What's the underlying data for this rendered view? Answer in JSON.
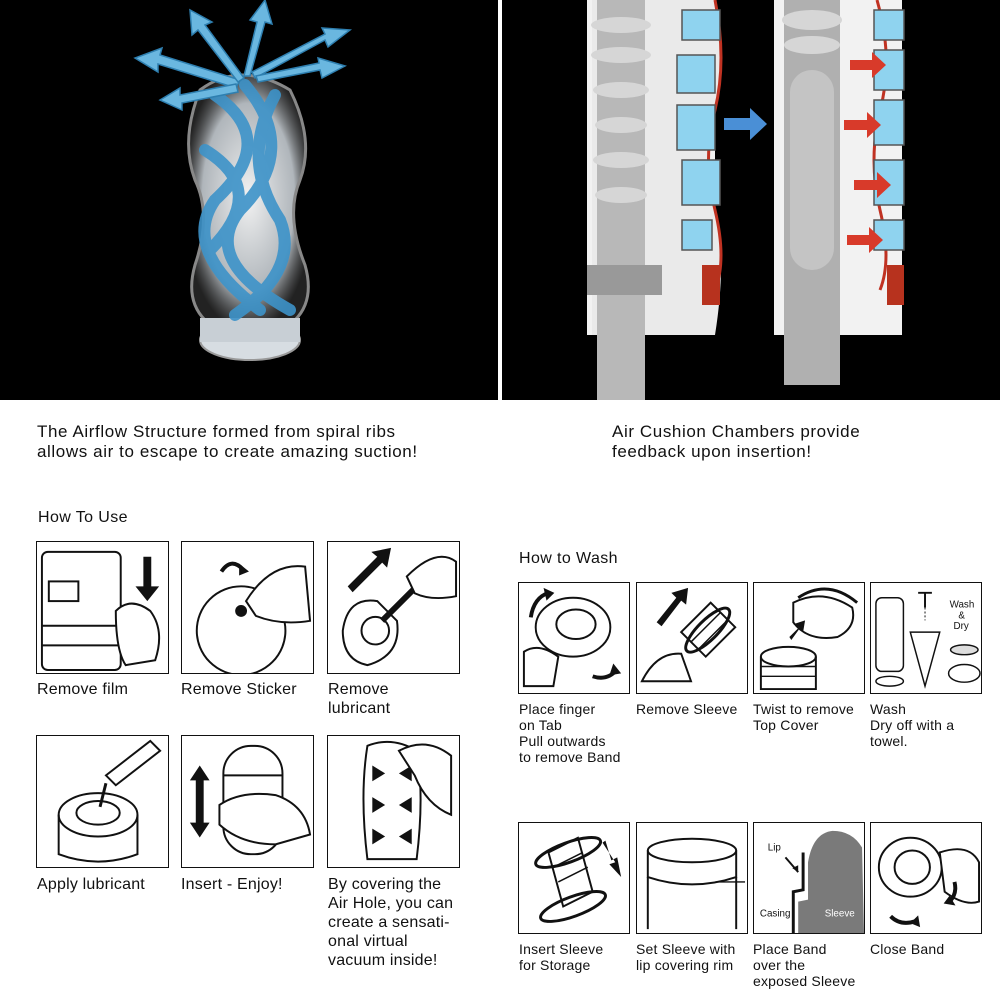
{
  "captions": {
    "airflow": "The Airflow Structure formed from spiral ribs\nallows air to escape to create amazing suction!",
    "air_cushion": "Air Cushion Chambers provide\nfeedback upon insertion!"
  },
  "how_to_use": {
    "title": "How To Use",
    "steps": [
      {
        "label": "Remove film",
        "icon": "film-removal-icon"
      },
      {
        "label": "Remove Sticker",
        "icon": "sticker-removal-icon"
      },
      {
        "label": "Remove\nlubricant",
        "icon": "lubricant-removal-icon"
      },
      {
        "label": "Apply lubricant",
        "icon": "apply-lubricant-icon"
      },
      {
        "label": "Insert - Enjoy!",
        "icon": "insert-icon"
      },
      {
        "label": "By covering the\nAir Hole, you can\ncreate a sensati-\nonal virtual\nvacuum inside!",
        "icon": "air-hole-icon"
      }
    ]
  },
  "how_to_wash": {
    "title": "How to Wash",
    "steps": [
      {
        "label": "Place finger\non Tab\nPull outwards\nto remove Band",
        "icon": "band-removal-icon"
      },
      {
        "label": "Remove Sleeve",
        "icon": "sleeve-removal-icon"
      },
      {
        "label": "Twist to remove\nTop Cover",
        "icon": "top-cover-icon"
      },
      {
        "label": "Wash\nDry off with a\ntowel.",
        "icon": "wash-dry-icon",
        "inline_text": "Wash\n&\nDry"
      },
      {
        "label": "Insert Sleeve\nfor Storage",
        "icon": "insert-sleeve-icon"
      },
      {
        "label": "Set Sleeve with\nlip covering rim",
        "icon": "set-sleeve-icon"
      },
      {
        "label": "Place Band\nover the\nexposed Sleeve",
        "icon": "place-band-icon",
        "inline_labels": {
          "lip": "Lip",
          "casing": "Casing",
          "sleeve": "Sleeve"
        }
      },
      {
        "label": "Close Band",
        "icon": "close-band-icon"
      }
    ]
  },
  "colors": {
    "panel_bg": "#000000",
    "rib_blue": "#6ab7e0",
    "chamber_blue": "#8fd3ef",
    "arrow_red": "#d83a2a",
    "casing_red": "#b7321e"
  }
}
